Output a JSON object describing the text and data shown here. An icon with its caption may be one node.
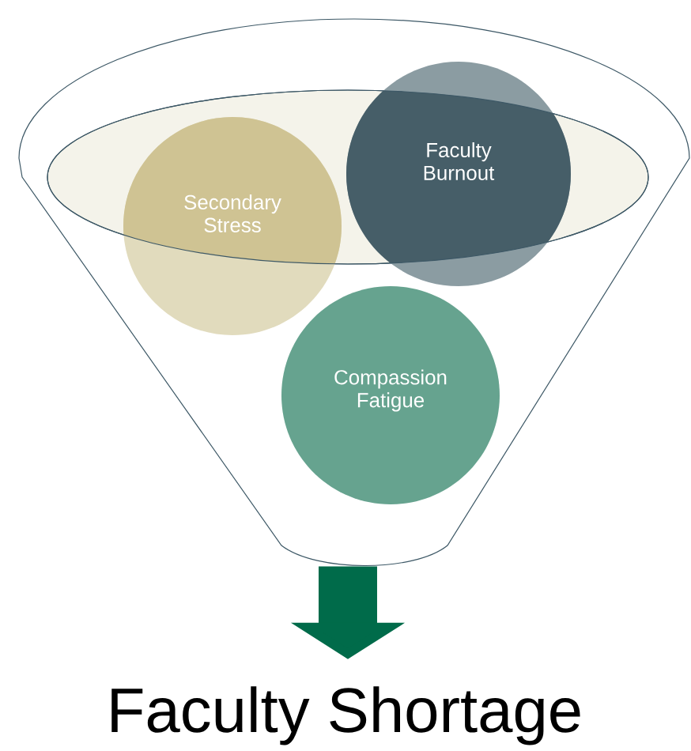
{
  "diagram": {
    "nodes": [
      {
        "text": [],
        "shape": "funnel"
      },
      {
        "text": [
          "Secondary Stress"
        ],
        "in": 0
      },
      {
        "text": [
          "Faculty Burnout"
        ],
        "in": 0
      },
      {
        "text": [
          "Compassion Fatigue"
        ],
        "in": 0
      },
      {
        "text": [
          "Faculty Shortage"
        ]
      }
    ],
    "edges": [
      {
        "from": 0,
        "to": 4,
        "arrow": "to",
        "color": "#006b4a"
      }
    ]
  }
}
